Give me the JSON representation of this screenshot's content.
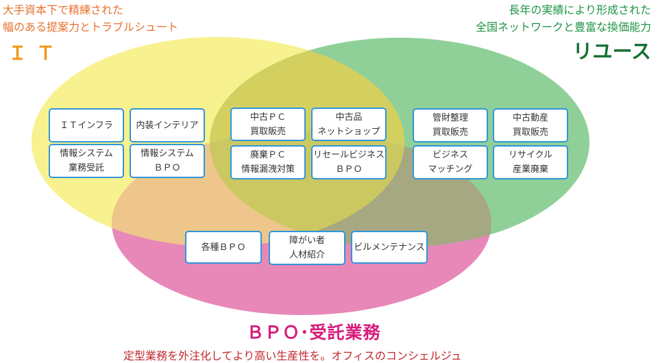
{
  "colors": {
    "it": "#f8f18f",
    "reuse": "#8fd099",
    "bpo": "#e788b9",
    "box_border": "#2f96d8"
  },
  "it": {
    "desc": [
      "大手資本下で精練された",
      "幅のある提案力とトラブルシュート"
    ],
    "title": "ＩＴ"
  },
  "reuse": {
    "desc": [
      "長年の実績により形成された",
      "全国ネットワークと豊富な換価能力"
    ],
    "title": "リユース"
  },
  "bpo": {
    "title": "ＢＰＯ･受託業務",
    "desc": "定型業務を外注化してより高い生産性を。オフィスのコンシェルジュ"
  },
  "boxes": [
    {
      "lines": [
        "ＩＴインフラ"
      ]
    },
    {
      "lines": [
        "内装インテリア"
      ]
    },
    {
      "lines": [
        "情報システム",
        "業務受託"
      ]
    },
    {
      "lines": [
        "情報システム",
        "ＢＰＯ"
      ]
    },
    {
      "lines": [
        "中古ＰＣ",
        "買取販売"
      ]
    },
    {
      "lines": [
        "中古品",
        "ネットショップ"
      ]
    },
    {
      "lines": [
        "廃棄ＰＣ",
        "情報漏洩対策"
      ]
    },
    {
      "lines": [
        "リセールビジネス",
        "ＢＰＯ"
      ]
    },
    {
      "lines": [
        "管財整理",
        "買取販売"
      ]
    },
    {
      "lines": [
        "中古動産",
        "買取販売"
      ]
    },
    {
      "lines": [
        "ビジネス",
        "マッチング"
      ]
    },
    {
      "lines": [
        "リサイクル",
        "産業廃棄"
      ]
    },
    {
      "lines": [
        "各種ＢＰＯ"
      ]
    },
    {
      "lines": [
        "障がい者",
        "人材紹介"
      ]
    },
    {
      "lines": [
        "ビルメンテナンス"
      ]
    }
  ]
}
